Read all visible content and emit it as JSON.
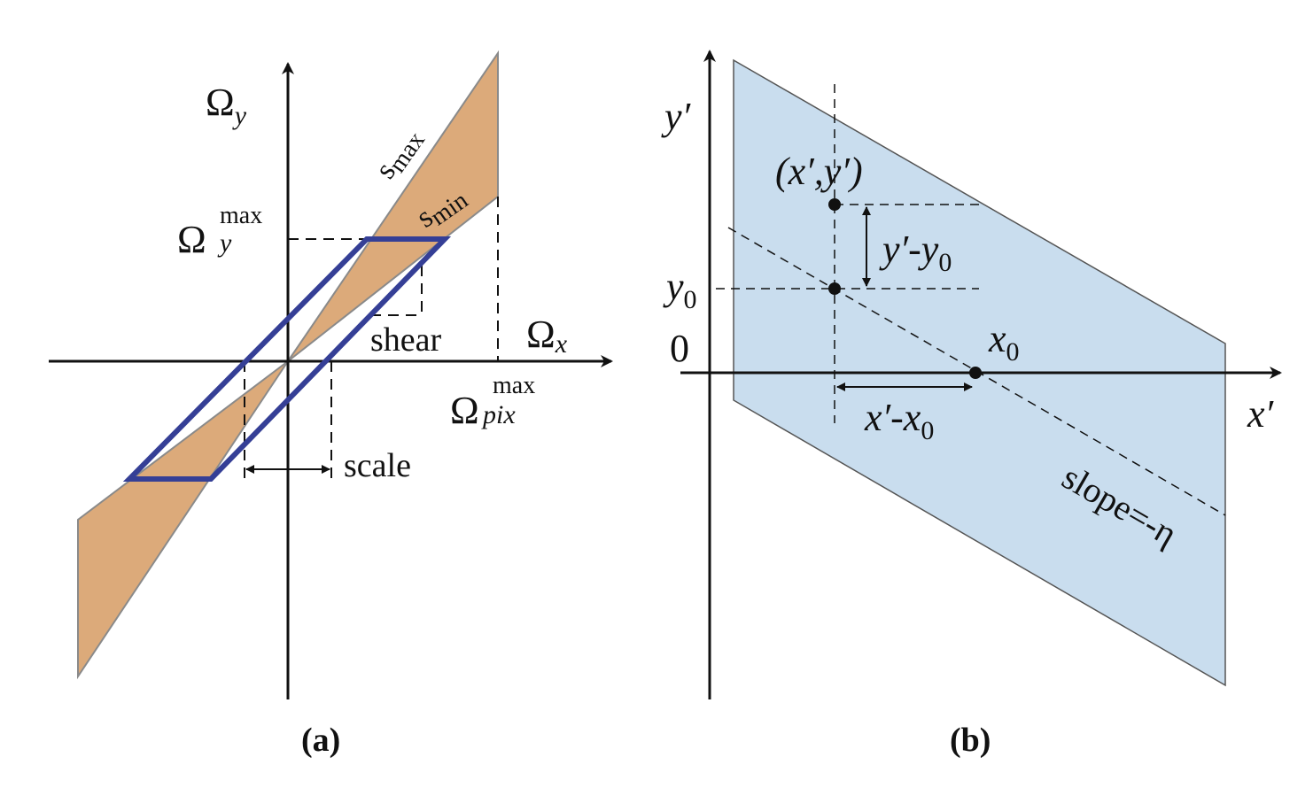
{
  "panel_a": {
    "caption": "(a)",
    "axis_x": "Ω",
    "axis_x_sub": "x",
    "axis_y": "Ω",
    "axis_y_sub": "y",
    "omega_y_max_base": "Ω",
    "omega_y_max_sup": "max",
    "omega_y_max_sub": "y",
    "omega_pix_max_base": "Ω",
    "omega_pix_max_sup": "max",
    "omega_pix_max_sub": "pix",
    "s_max_base": "s",
    "s_max_sub": "max",
    "s_min_base": "s",
    "s_min_sub": "min",
    "shear_label": "shear",
    "scale_label": "scale",
    "colors": {
      "wedge_fill": "#dcaa7a",
      "wedge_edge": "#8a8a8a",
      "parallelogram": "#353f96",
      "axes": "#111111"
    }
  },
  "panel_b": {
    "caption": "(b)",
    "axis_x": "x′",
    "axis_y": "y′",
    "origin": "0",
    "point_label": "(x′,y′)",
    "y0_base": "y",
    "y0_sub": "0",
    "x0_base": "x",
    "x0_sub": "0",
    "dy_base": "y′-y",
    "dy_sub": "0",
    "dx_base": "x′-x",
    "dx_sub": "0",
    "slope_label": "slope=-η",
    "colors": {
      "region_fill": "#c9ddee",
      "region_edge": "#555555",
      "axes": "#111111",
      "points": "#111111"
    }
  }
}
